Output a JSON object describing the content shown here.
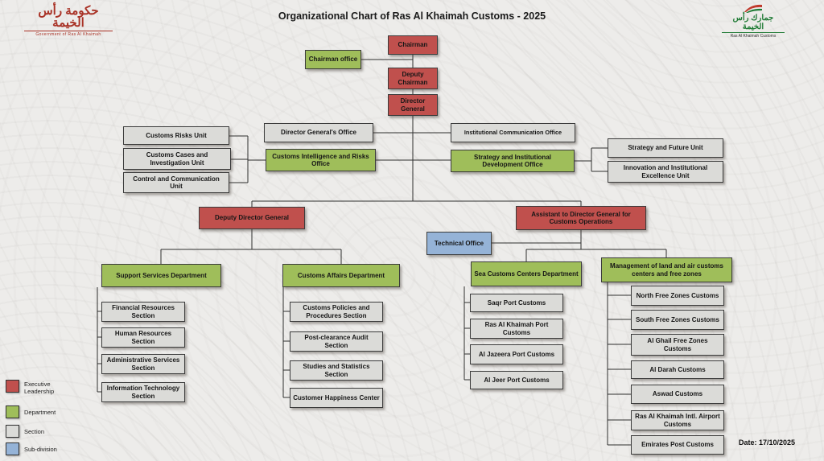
{
  "header": {
    "title": "Organizational Chart of Ras Al Khaimah Customs - 2025",
    "gov_logo": {
      "arabic": "حكومة رأس الخيمة",
      "caption": "Government of Ras Al Khaimah"
    },
    "customs_logo": {
      "arabic": "جمارك رأس الخيمة",
      "caption": "Ras Al Khaimah Customs"
    }
  },
  "colors": {
    "executive": "#c0504d",
    "department": "#9fbe5a",
    "section": "#dbdbd8",
    "subdivision": "#95b3d7"
  },
  "legend": [
    {
      "label": "Executive Leadership",
      "type": "executive"
    },
    {
      "label": "Department",
      "type": "department"
    },
    {
      "label": "Section",
      "type": "section"
    },
    {
      "label": "Sub-division",
      "type": "subdivision"
    }
  ],
  "footer": {
    "date": "Date: 17/10/2025"
  },
  "nodes": {
    "chairman": "Chairman",
    "chairman_office": "Chairman office",
    "deputy_chairman": "Deputy Chairman",
    "director_general": "Director General",
    "dg_office": "Director General's Office",
    "inst_comm_office": "Institutional Communication Office",
    "intel_office": "Customs Intelligence and Risks Office",
    "risks_unit": "Customs Risks Unit",
    "cases_unit": "Customs Cases and Investigation Unit",
    "control_unit": "Control and Communication Unit",
    "strategy_office": "Strategy and Institutional Development Office",
    "strategy_unit": "Strategy and Future Unit",
    "innovation_unit": "Innovation and Institutional Excellence Unit",
    "deputy_dg": "Deputy Director General",
    "assistant_dg": "Assistant to Director General for Customs Operations",
    "technical_office": "Technical Office",
    "support_dept": "Support Services Department",
    "support_children": [
      "Financial Resources Section",
      "Human Resources Section",
      "Administrative Services Section",
      "Information Technology Section"
    ],
    "affairs_dept": "Customs Affairs Department",
    "affairs_children": [
      "Customs Policies and Procedures Section",
      "Post-clearance Audit Section",
      "Studies and Statistics Section",
      "Customer Happiness Center"
    ],
    "sea_dept": "Sea Customs Centers Department",
    "sea_children": [
      "Saqr Port Customs",
      "Ras Al Khaimah Port Customs",
      "Al Jazeera Port Customs",
      "Al Jeer Port Customs"
    ],
    "land_dept": "Management of land and air customs centers and free zones",
    "land_children": [
      "North Free Zones Customs",
      "South Free Zones Customs",
      "Al Ghail Free Zones Customs",
      "Al Darah Customs",
      "Aswad Customs",
      "Ras Al Khaimah Intl. Airport Customs",
      "Emirates Post Customs"
    ]
  }
}
